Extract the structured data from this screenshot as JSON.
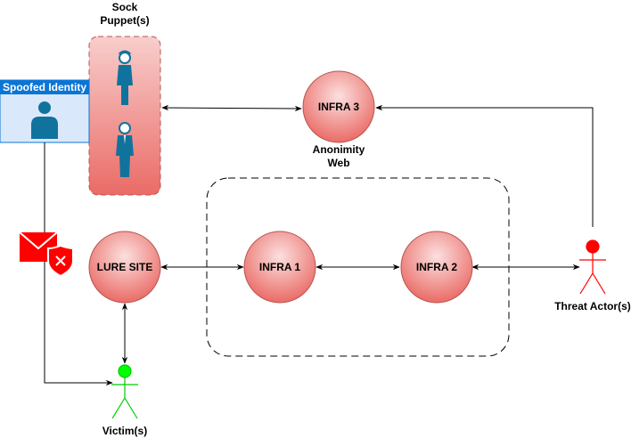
{
  "nodes": {
    "lure_site": "LURE SITE",
    "infra1": "INFRA 1",
    "infra2": "INFRA 2",
    "infra3": "INFRA 3"
  },
  "labels": {
    "sock_puppets_line1": "Sock",
    "sock_puppets_line2": "Puppet(s)",
    "anonymity_line1": "Anonimity",
    "anonymity_line2": "Web",
    "threat_actor": "Threat Actor(s)",
    "victim": "Victim(s)",
    "spoofed_identity": "Spoofed Identity"
  },
  "colors": {
    "node_fill_light": "#f8cecc",
    "node_fill_dark": "#ea6b66",
    "node_stroke": "#b85450",
    "threat_actor": "#ff0000",
    "victim": "#00cc00",
    "spoofed_box": "#0b75d6",
    "person_icon": "#10739e",
    "mail_icon": "#ff0000"
  },
  "icons": [
    "female-user-icon",
    "male-user-icon",
    "user-icon",
    "mail-shield-icon",
    "stick-figure-icon"
  ]
}
